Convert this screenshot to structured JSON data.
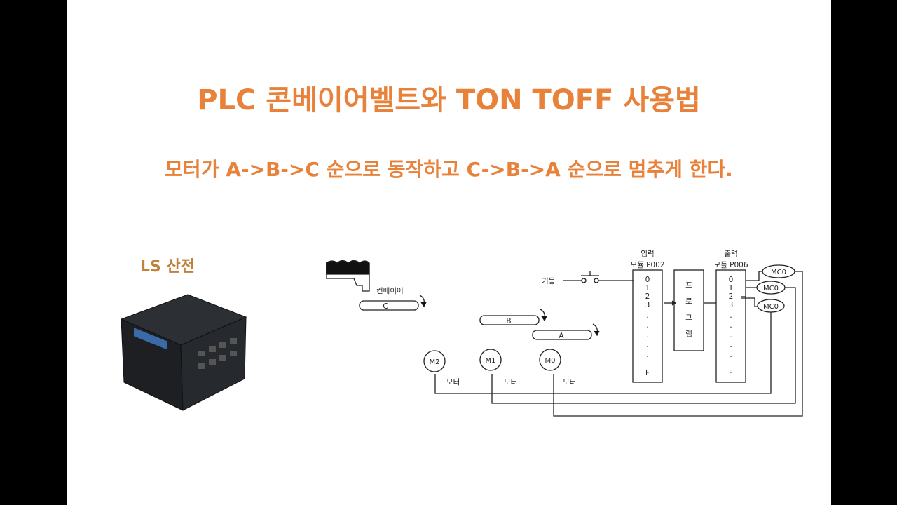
{
  "title": "PLC 콘베이어벨트와 TON TOFF 사용법",
  "subtitle": "모터가 A->B->C 순으로 동작하고 C->B->A 순으로 멈추게 한다.",
  "brand_label": "LS 산전",
  "colors": {
    "accent": "#E8823A",
    "brand": "#C0813A",
    "line": "#222222"
  },
  "diagram": {
    "start_label": "기동",
    "conveyor_label": "컨베이어",
    "belts": [
      "C",
      "B",
      "A"
    ],
    "motors": [
      "M2",
      "M1",
      "M0"
    ],
    "motor_label": "모터",
    "input_module": {
      "title": "입력",
      "name": "모듈  P002",
      "rows": [
        "0",
        "1",
        "2",
        "3",
        ".",
        ".",
        ".",
        ".",
        ".",
        "F"
      ]
    },
    "program_chars": [
      "프",
      "로",
      "그",
      "램"
    ],
    "output_module": {
      "title": "출력",
      "name": "모듈  P006",
      "rows": [
        "0",
        "1",
        "2",
        "3",
        ".",
        ".",
        ".",
        ".",
        ".",
        "F"
      ]
    },
    "coils": [
      "MC0",
      "MC0",
      "MC0"
    ]
  }
}
